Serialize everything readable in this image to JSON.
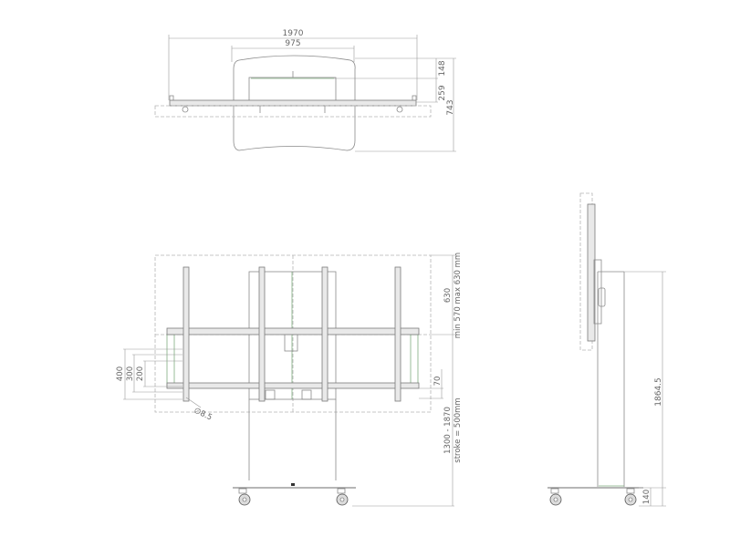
{
  "drawing": {
    "top_view": {
      "width_overall": "1970",
      "width_screen": "975",
      "depth_148": "148",
      "depth_259": "259",
      "depth_overall": "743"
    },
    "front_view": {
      "vesa_400": "400",
      "vesa_300": "300",
      "vesa_200": "200",
      "hole_diameter": "∅8.5",
      "height_630": "630",
      "height_range_note": "min 570 max 630 mm",
      "offset_70": "70",
      "height_adjust": "1300 - 1870",
      "stroke_note": "stroke = 500mm"
    },
    "side_view": {
      "total_height": "1864.5",
      "base_height": "140"
    },
    "colors": {
      "line": "#8a8a8a",
      "accent_green": "#7fae7f",
      "background": "#ffffff"
    }
  }
}
